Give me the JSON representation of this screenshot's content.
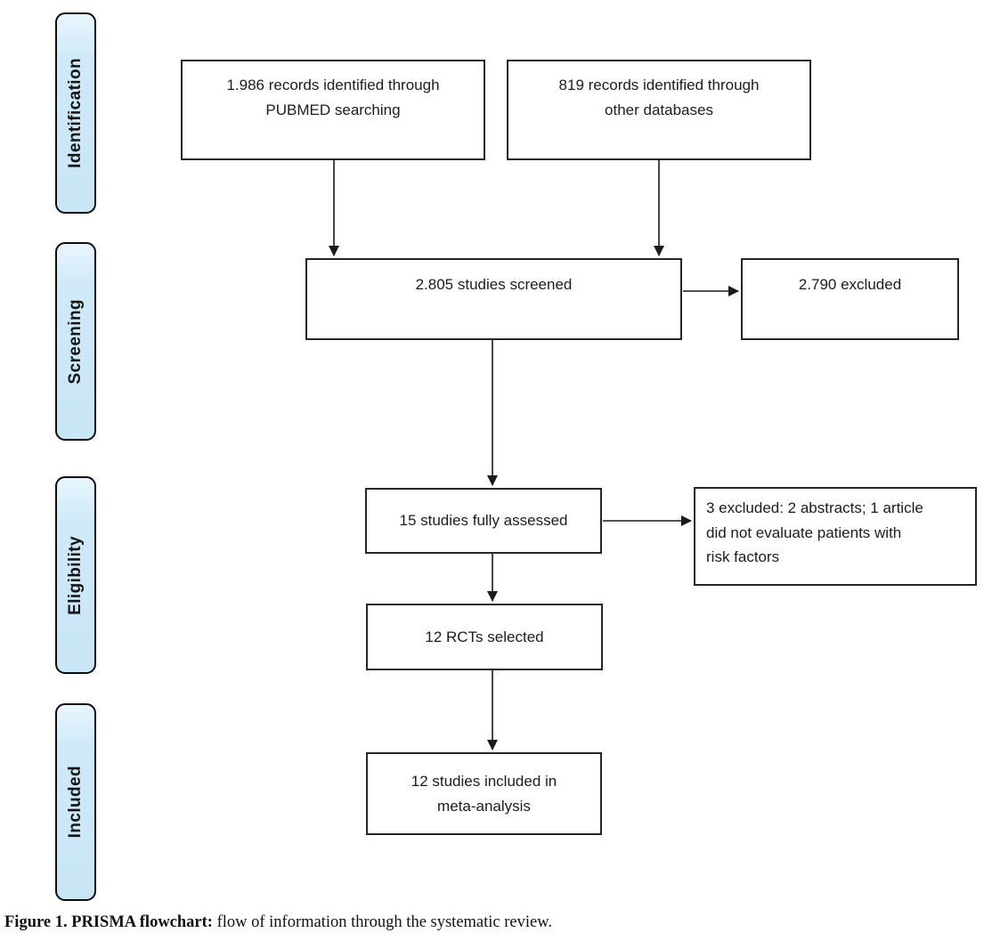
{
  "figure_caption": {
    "title": "Figure 1. PRISMA flowchart:",
    "description": " flow of information through the systematic review."
  },
  "stages": [
    {
      "label": "Identification"
    },
    {
      "label": "Screening"
    },
    {
      "label": "Eligibility"
    },
    {
      "label": "Included"
    }
  ],
  "nodes": {
    "identification_pubmed": {
      "lines": [
        "1.986 records identified through",
        "PUBMED searching"
      ]
    },
    "identification_other": {
      "lines": [
        "819 records identified through",
        "other databases"
      ]
    },
    "screened": {
      "text": "2.805 studies screened"
    },
    "screened_excluded": {
      "text": "2.790 excluded"
    },
    "assessed": {
      "text": "15 studies fully assessed"
    },
    "assessed_excluded": {
      "lines": [
        "3 excluded: 2 abstracts; 1 article",
        "did not evaluate patients with",
        "risk factors"
      ]
    },
    "rcts_selected": {
      "text": "12 RCTs selected"
    },
    "included_meta": {
      "lines": [
        "12 studies included in",
        "meta-analysis"
      ]
    }
  },
  "colors": {
    "stage_fill": "#cfe9f8",
    "stage_border": "#0d0d0d",
    "box_fill": "#ffffff",
    "box_border": "#262626",
    "arrow": "#1a1a1a",
    "background": "#ffffff"
  }
}
